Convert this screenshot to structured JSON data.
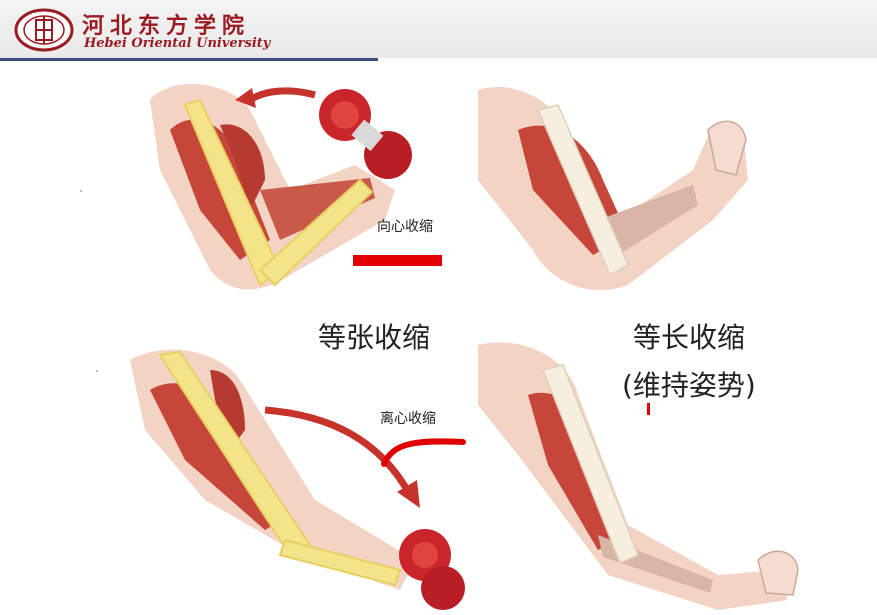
{
  "header": {
    "university_cn": "河北东方学院",
    "university_en": "Hebei Oriental University",
    "logo_icon": "university-seal-icon"
  },
  "labels": {
    "concentric": "向心收缩",
    "eccentric": "离心收缩",
    "isotonic": "等张收缩",
    "isometric_line1": "等长收缩",
    "isometric_line2": "(维持姿势)"
  },
  "colors": {
    "brand_red": "#9b1b22",
    "muscle_red": "#c6463a",
    "bone_yellow": "#f3e48a",
    "skin": "#f2d3c4",
    "annotation_red": "#e00000",
    "header_rule": "#3c4a7d"
  }
}
